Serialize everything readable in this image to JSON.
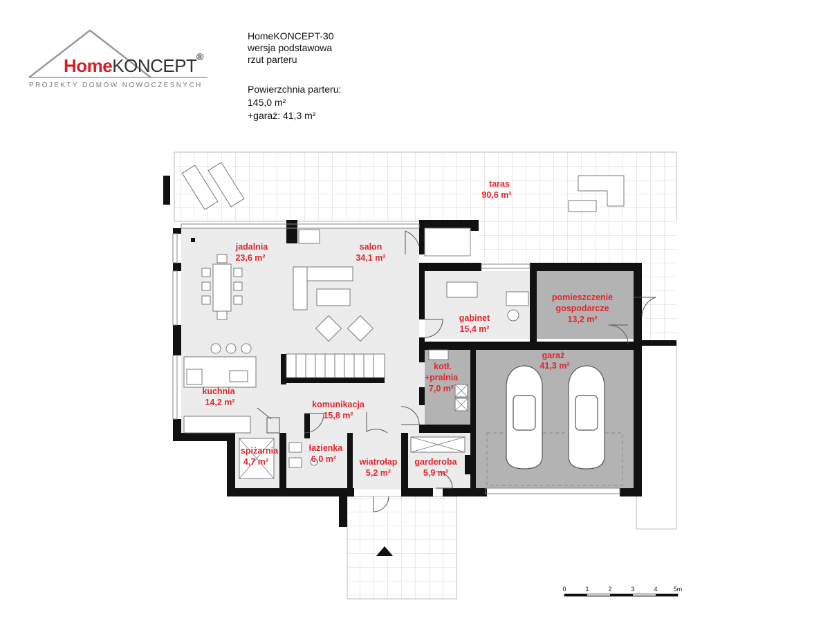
{
  "logo": {
    "brand_part1": "Home",
    "brand_part2": "KONCEPT",
    "registered_mark": "®",
    "tagline": "PROJEKTY DOMÓW NOWOCZESNYCH",
    "brand_color": "#d4202a"
  },
  "header": {
    "project_name": "HomeKONCEPT-30",
    "version": "wersja podstawowa",
    "sheet": "rzut parteru",
    "area_heading": "Powierzchnia parteru:",
    "area_value": "145,0 m²",
    "garage_area": "+garaż: 41,3 m²"
  },
  "rooms": {
    "taras": {
      "name": "taras",
      "area": "90,6 m²"
    },
    "jadalnia": {
      "name": "jadalnia",
      "area": "23,6 m²"
    },
    "salon": {
      "name": "salon",
      "area": "34,1 m²"
    },
    "gabinet": {
      "name": "gabinet",
      "area": "15,4 m²"
    },
    "pomieszczenie": {
      "name_line1": "pomieszczenie",
      "name_line2": "gospodarcze",
      "area": "13,2 m²"
    },
    "kotl": {
      "name_line1": "kotł.",
      "name_line2": "+pralnia",
      "area": "7,0 m²"
    },
    "garaz": {
      "name": "garaż",
      "area": "41,3 m²"
    },
    "kuchnia": {
      "name": "kuchnia",
      "area": "14,2 m²"
    },
    "komunikacja": {
      "name": "komunikacja",
      "area": "15,8 m²"
    },
    "spizarnia": {
      "name": "spiżarnia",
      "area": "4,7 m²"
    },
    "lazienka": {
      "name": "łazienka",
      "area": "6,0 m²"
    },
    "wiatrolap": {
      "name": "wiatrołap",
      "area": "5,2 m²"
    },
    "garderoba": {
      "name": "garderoba",
      "area": "5,9 m²"
    }
  },
  "colors": {
    "label": "#e2252b",
    "floor_light": "#ececec",
    "floor_gray": "#b3b3b3",
    "wall": "#111111"
  },
  "scale_bar": {
    "ticks": [
      "0",
      "1",
      "2",
      "3",
      "4",
      "5m"
    ]
  }
}
